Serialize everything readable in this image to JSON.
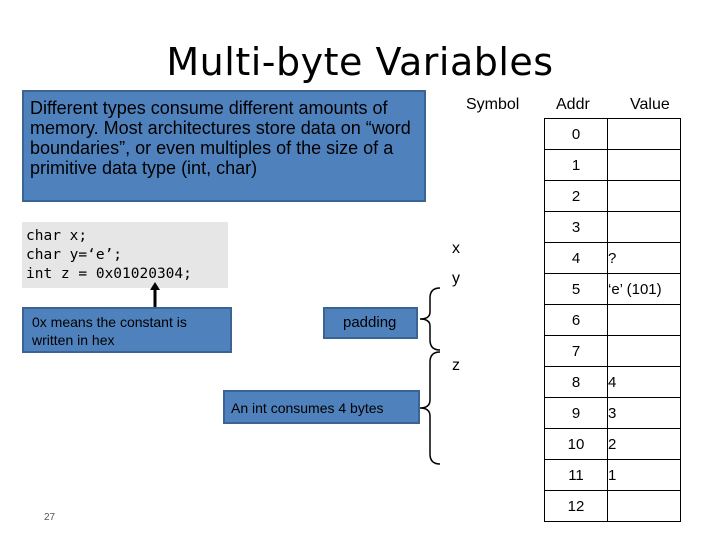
{
  "title": "Multi-byte Variables",
  "description": "Different types consume different amounts of memory.  Most architectures store data on “word boundaries”, or even multiples of the size of a primitive data type (int, char)",
  "code_lines": [
    "char x;",
    "char y=‘e’;",
    "int z = 0x01020304;"
  ],
  "callouts": {
    "hex_note": "0x means the constant is written in hex",
    "padding": "padding",
    "int_note": "An int consumes 4 bytes"
  },
  "table": {
    "headers": {
      "symbol": "Symbol",
      "addr": "Addr",
      "value": "Value"
    },
    "rows": [
      {
        "symbol": "",
        "addr": "0",
        "value": ""
      },
      {
        "symbol": "",
        "addr": "1",
        "value": ""
      },
      {
        "symbol": "",
        "addr": "2",
        "value": ""
      },
      {
        "symbol": "",
        "addr": "3",
        "value": ""
      },
      {
        "symbol": "x",
        "addr": "4",
        "value": "?"
      },
      {
        "symbol": "y",
        "addr": "5",
        "value": "‘e’ (101)"
      },
      {
        "symbol": "",
        "addr": "6",
        "value": ""
      },
      {
        "symbol": "",
        "addr": "7",
        "value": ""
      },
      {
        "symbol": "z",
        "addr": "8",
        "value": "4"
      },
      {
        "symbol": "",
        "addr": "9",
        "value": "3"
      },
      {
        "symbol": "",
        "addr": "10",
        "value": "2"
      },
      {
        "symbol": "",
        "addr": "11",
        "value": "1"
      },
      {
        "symbol": "",
        "addr": "12",
        "value": ""
      }
    ]
  },
  "page_number": "27"
}
